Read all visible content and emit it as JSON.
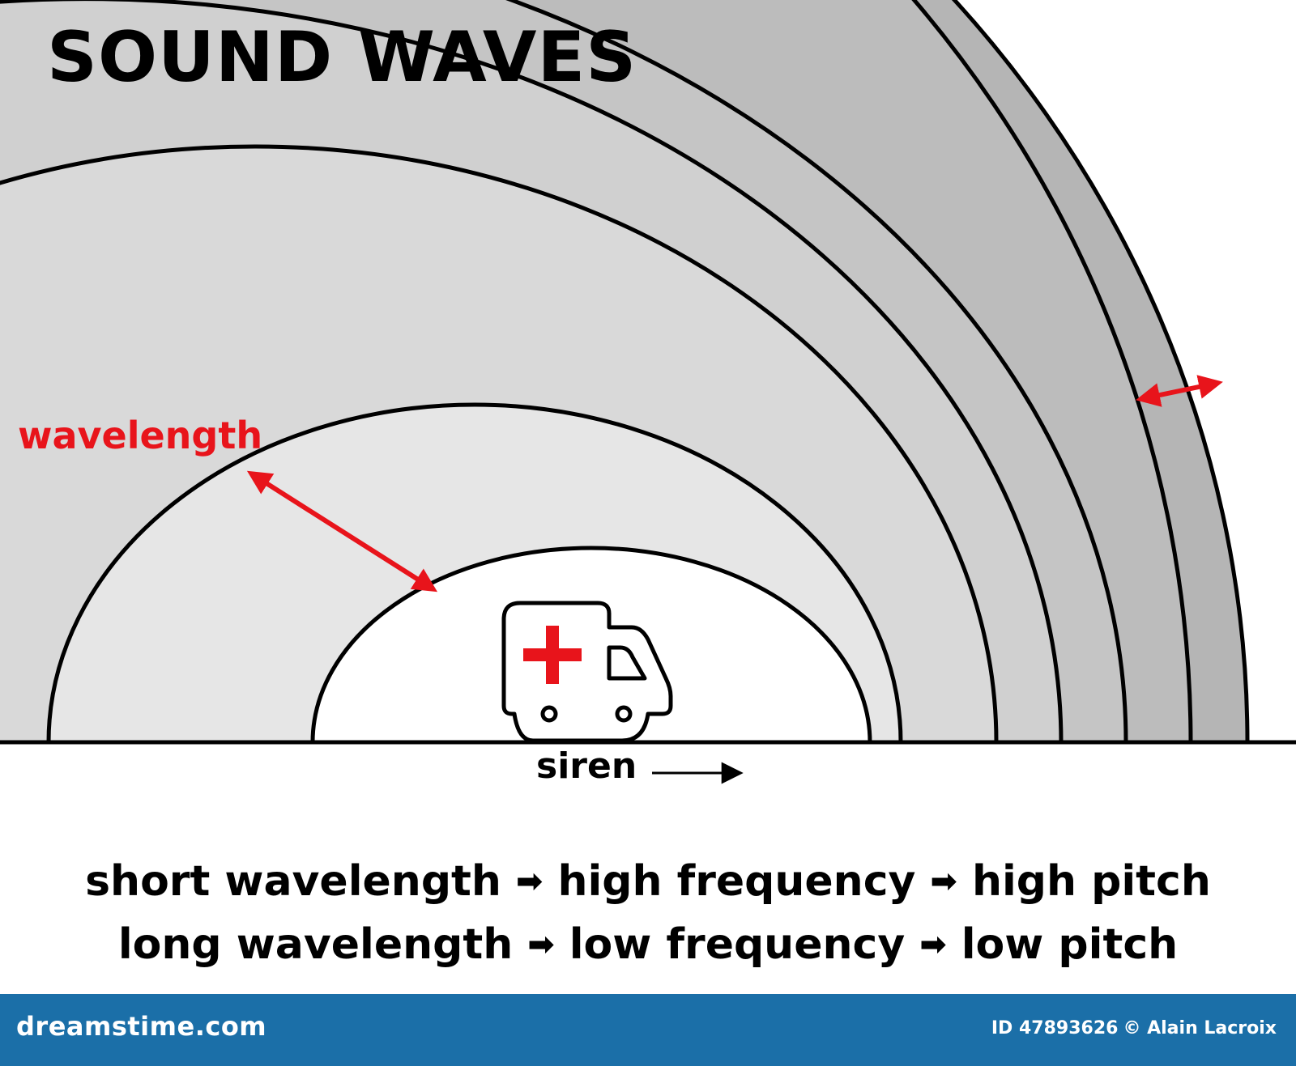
{
  "title": "SOUND WAVES",
  "wavelength_label": "wavelength",
  "siren_label": "siren",
  "relations": [
    {
      "wavelength": "short wavelength",
      "frequency": "high frequency",
      "pitch": "high pitch"
    },
    {
      "wavelength": "long wavelength",
      "frequency": "low frequency",
      "pitch": "low pitch"
    }
  ],
  "relation_arrow": "➡",
  "footer": {
    "brand": "dreamstime.com",
    "id": "ID 47893626",
    "copyright": "© Alain Lacroix"
  },
  "colors": {
    "accent_red": "#e8141b",
    "footer_blue": "#1b6fa8"
  }
}
